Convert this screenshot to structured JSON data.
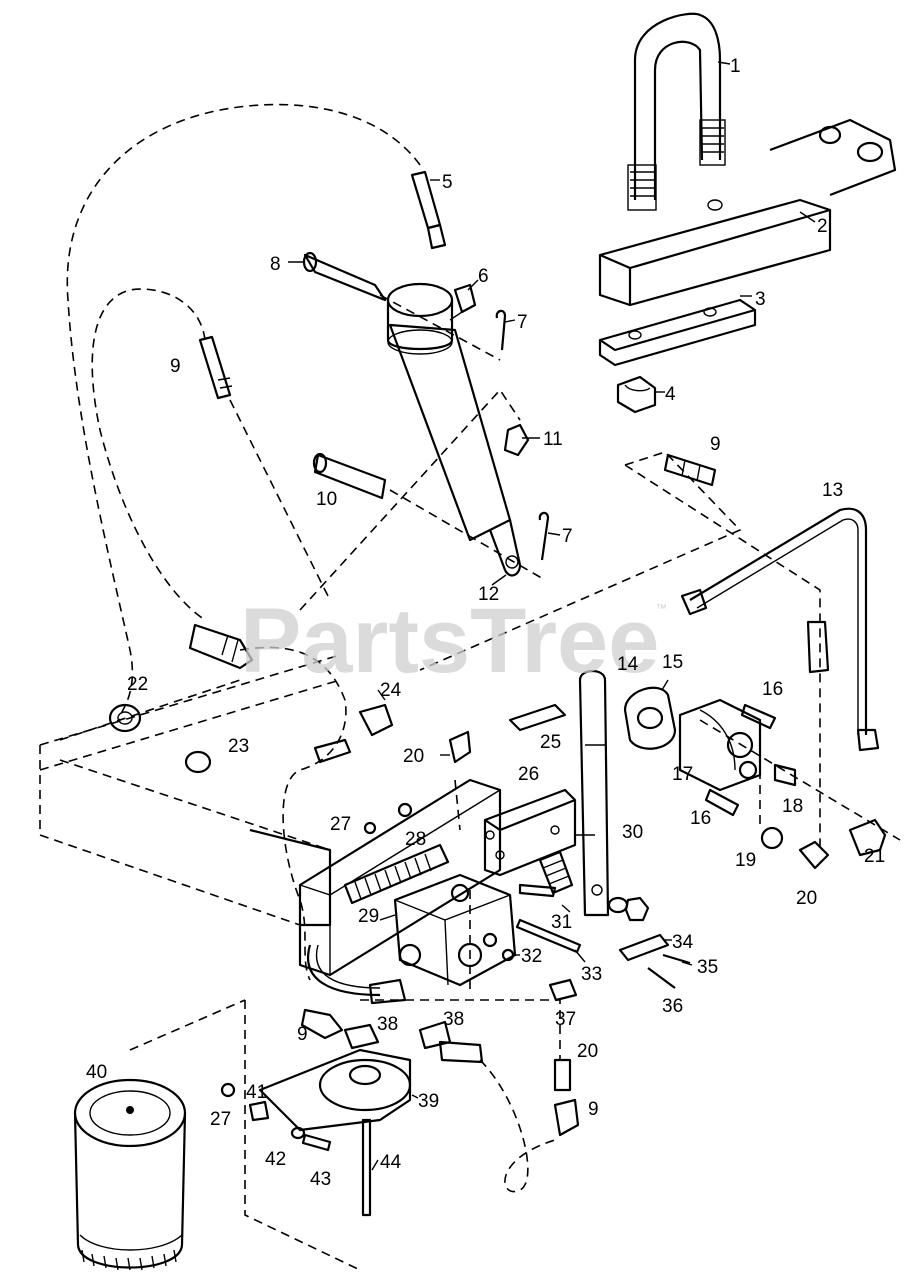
{
  "watermark": {
    "text": "PartsTree",
    "trademark": "™"
  },
  "callouts": [
    {
      "id": "c1",
      "text": "1"
    },
    {
      "id": "c2",
      "text": "2"
    },
    {
      "id": "c3",
      "text": "3"
    },
    {
      "id": "c4",
      "text": "4"
    },
    {
      "id": "c5",
      "text": "5"
    },
    {
      "id": "c6",
      "text": "6"
    },
    {
      "id": "c7a",
      "text": "7"
    },
    {
      "id": "c7b",
      "text": "7"
    },
    {
      "id": "c8",
      "text": "8"
    },
    {
      "id": "c9a",
      "text": "9"
    },
    {
      "id": "c9b",
      "text": "9"
    },
    {
      "id": "c9c",
      "text": "9"
    },
    {
      "id": "c9d",
      "text": "9"
    },
    {
      "id": "c10",
      "text": "10"
    },
    {
      "id": "c11",
      "text": "11"
    },
    {
      "id": "c12",
      "text": "12"
    },
    {
      "id": "c13",
      "text": "13"
    },
    {
      "id": "c14",
      "text": "14"
    },
    {
      "id": "c15",
      "text": "15"
    },
    {
      "id": "c16a",
      "text": "16"
    },
    {
      "id": "c16b",
      "text": "16"
    },
    {
      "id": "c17",
      "text": "17"
    },
    {
      "id": "c18",
      "text": "18"
    },
    {
      "id": "c19",
      "text": "19"
    },
    {
      "id": "c20a",
      "text": "20"
    },
    {
      "id": "c20b",
      "text": "20"
    },
    {
      "id": "c20c",
      "text": "20"
    },
    {
      "id": "c21",
      "text": "21"
    },
    {
      "id": "c22",
      "text": "22"
    },
    {
      "id": "c23",
      "text": "23"
    },
    {
      "id": "c24",
      "text": "24"
    },
    {
      "id": "c25",
      "text": "25"
    },
    {
      "id": "c26",
      "text": "26"
    },
    {
      "id": "c27a",
      "text": "27"
    },
    {
      "id": "c27b",
      "text": "27"
    },
    {
      "id": "c28",
      "text": "28"
    },
    {
      "id": "c29",
      "text": "29"
    },
    {
      "id": "c30",
      "text": "30"
    },
    {
      "id": "c31",
      "text": "31"
    },
    {
      "id": "c32",
      "text": "32"
    },
    {
      "id": "c33",
      "text": "33"
    },
    {
      "id": "c34",
      "text": "34"
    },
    {
      "id": "c35",
      "text": "35"
    },
    {
      "id": "c36",
      "text": "36"
    },
    {
      "id": "c37",
      "text": "37"
    },
    {
      "id": "c38a",
      "text": "38"
    },
    {
      "id": "c38b",
      "text": "38"
    },
    {
      "id": "c39",
      "text": "39"
    },
    {
      "id": "c40",
      "text": "40"
    },
    {
      "id": "c41",
      "text": "41"
    },
    {
      "id": "c42",
      "text": "42"
    },
    {
      "id": "c43",
      "text": "43"
    },
    {
      "id": "c44",
      "text": "44"
    }
  ]
}
